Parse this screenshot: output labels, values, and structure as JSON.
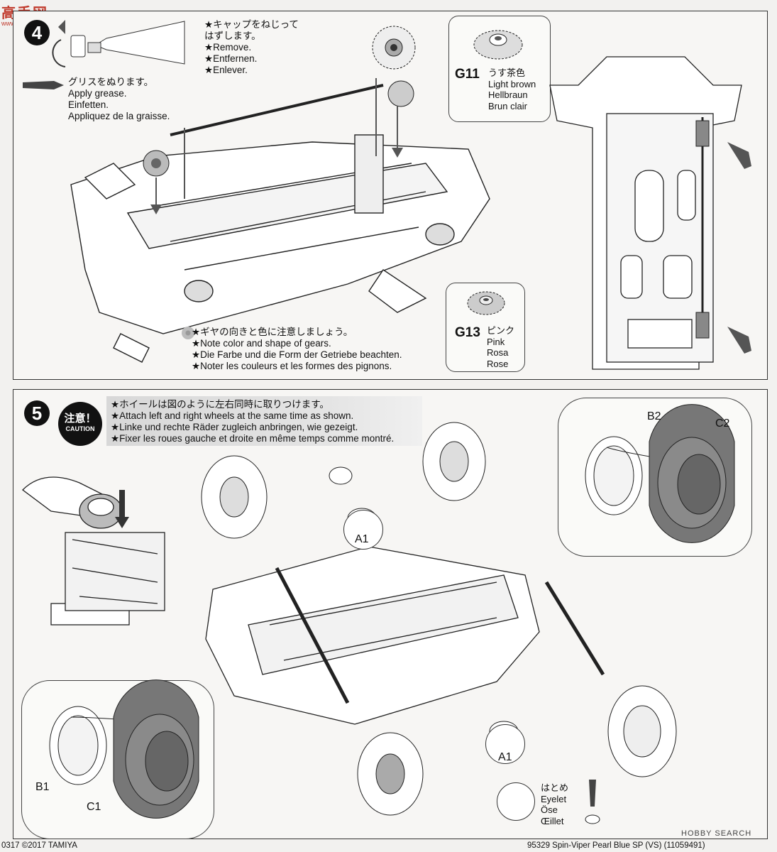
{
  "watermark": {
    "top": "高手网",
    "sub": "www.hobby-shop.com"
  },
  "step4": {
    "number": "4",
    "cap_lines": [
      "★キャップをねじって",
      "はずします。",
      "★Remove.",
      "★Entfernen.",
      "★Enlever."
    ],
    "grease_lines": [
      "グリスをぬります。",
      "Apply grease.",
      "Einfetten.",
      "Appliquez de la graisse."
    ],
    "g11": {
      "id": "G11",
      "lines": [
        "うす茶色",
        "Light brown",
        "Hellbraun",
        "Brun clair"
      ]
    },
    "g13": {
      "id": "G13",
      "lines": [
        "ピンク",
        "Pink",
        "Rosa",
        "Rose"
      ]
    },
    "note_lines": [
      "★ギヤの向きと色に注意しましょう。",
      "★Note color and shape of gears.",
      "★Die Farbe und die Form der Getriebe beachten.",
      "★Noter les couleurs et les formes des pignons."
    ]
  },
  "step5": {
    "number": "5",
    "caution_jp": "注意！",
    "caution_en": "CAUTION",
    "caution_lines": [
      "★ホイールは図のように左右同時に取りつけます。",
      "★Attach left and right wheels at the same time as shown.",
      "★Linke und rechte Räder zugleich anbringen, wie gezeigt.",
      "★Fixer les roues gauche et droite en même temps comme montré."
    ],
    "labels": {
      "b2": "B2",
      "c2": "C2",
      "b1": "B1",
      "c1": "C1",
      "a1_top": "A1",
      "a1_bottom": "A1"
    },
    "eyelet_lines": [
      "はとめ",
      "Eyelet",
      "Öse",
      "Œillet"
    ]
  },
  "footer": {
    "left": "0317 ©2017 TAMIYA",
    "right": "95329 Spin-Viper Pearl Blue SP (VS) (11059491)",
    "site": "HOBBY SEARCH"
  }
}
